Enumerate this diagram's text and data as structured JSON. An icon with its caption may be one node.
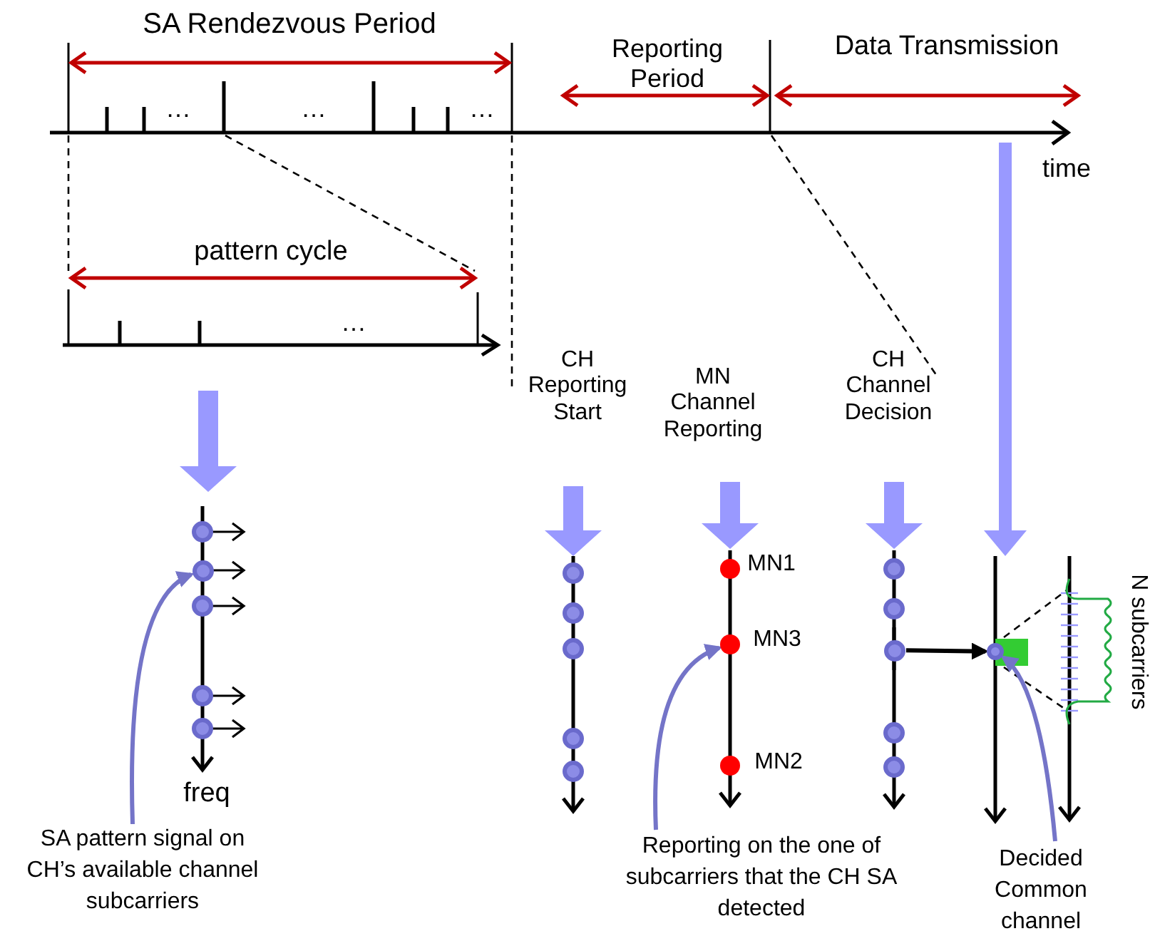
{
  "diagram": {
    "nodes": [
      {
        "text": [
          "SA pattern signal on CH’s available channel subcarriers"
        ]
      },
      {
        "text": [
          "Reporting on the one of subcarriers that the CH SA detected"
        ]
      },
      {
        "text": [],
        "shape": "circle"
      },
      {
        "text": [
          "Decided Common channel"
        ]
      },
      {
        "text": [],
        "shape": "circle"
      },
      {
        "text": [],
        "shape": "circle"
      },
      {
        "text": [],
        "shape": "circle"
      }
    ],
    "edges": [
      {
        "from": 0,
        "to": 6,
        "arrow": "to"
      },
      {
        "from": 1,
        "to": 2,
        "arrow": "to"
      },
      {
        "from": 3,
        "to": 5,
        "arrow": "to"
      },
      {
        "from": 4,
        "to": 5,
        "arrow": "to",
        "color": "#000000"
      }
    ],
    "labels": [
      "SA Rendezvous Period",
      "Reporting Period",
      "Data Transmission",
      "…",
      "…",
      "…",
      "time",
      "pattern cycle",
      "…",
      "CH Reporting Start",
      "MN Channel Reporting",
      "CH Channel Decision",
      "freq",
      "MN1",
      "MN3",
      "MN2",
      "N subcarriers"
    ]
  }
}
